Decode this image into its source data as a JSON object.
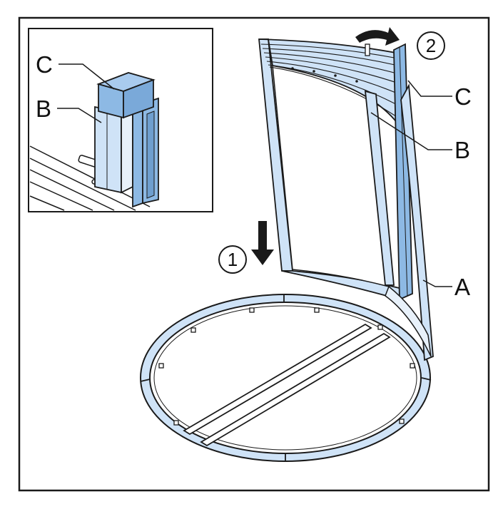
{
  "labels": {
    "inset_c": "C",
    "inset_b": "B",
    "main_c": "C",
    "main_b": "B",
    "main_a": "A"
  },
  "steps": {
    "step_1": "1",
    "step_2": "2"
  },
  "icons": {
    "step_1_arrow": "arrow-down-icon",
    "step_2_arrow": "curved-arrow-right-icon"
  },
  "colors": {
    "profile_blue": "#8db9e4",
    "light_blue": "#cfe3f7",
    "outline": "#1a1a1a"
  }
}
